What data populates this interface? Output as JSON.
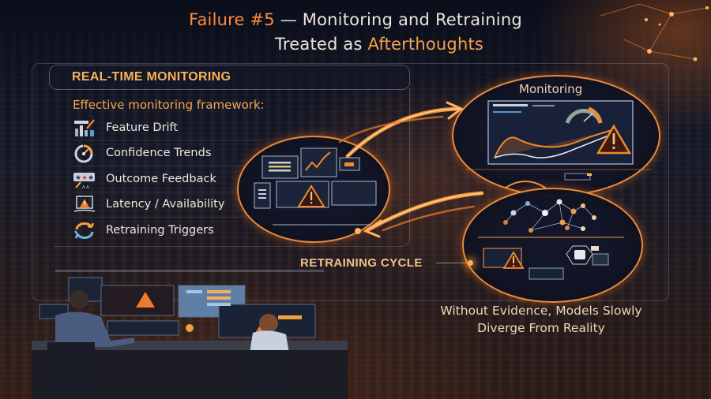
{
  "title": {
    "prefix": "Failure #5",
    "dash": " — ",
    "line1_rest": "Monitoring and Retraining",
    "line2_plain": "Treated as ",
    "line2_accent": "Afterthoughts"
  },
  "section_header": "REAL-TIME MONITORING",
  "framework": {
    "heading": "Effective monitoring framework:",
    "items": [
      {
        "label": "Feature Drift",
        "icon": "bar-chart-pencil-icon"
      },
      {
        "label": "Confidence Trends",
        "icon": "gauge-icon"
      },
      {
        "label": "Outcome Feedback",
        "icon": "star-rating-icon"
      },
      {
        "label": "Latency / Availability",
        "icon": "laptop-warning-icon"
      },
      {
        "label": "Retraining Triggers",
        "icon": "cycle-arrows-icon"
      }
    ]
  },
  "diagram": {
    "monitoring_label": "Monitoring",
    "retraining_label": "RETRAINING CYCLE"
  },
  "caption": {
    "line1": "Without Evidence, Models Slowly",
    "line2": "Diverge From Reality"
  },
  "colors": {
    "accent_orange": "#ff8a3a",
    "accent_gold": "#f5b25a",
    "text_light": "#eee6de",
    "background": "#0b0f1c"
  }
}
